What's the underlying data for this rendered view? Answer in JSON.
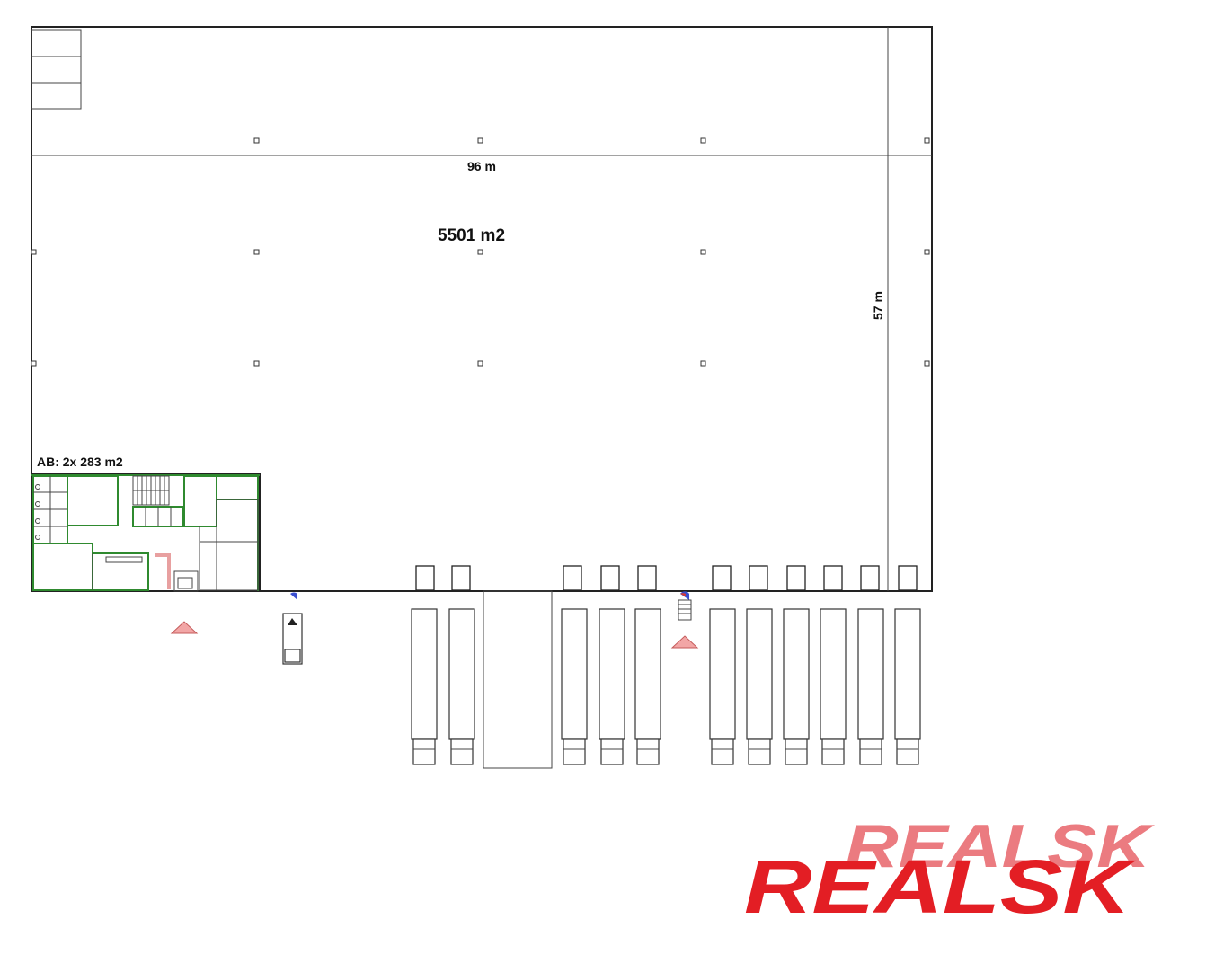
{
  "labels": {
    "width": "96 m",
    "area": "5501 m2",
    "depth": "57 m",
    "office": "AB: 2x 283 m2"
  },
  "logo": {
    "text_back": "REALSK",
    "text_front": "REALSK",
    "color_front": "#e31e24",
    "color_back": "#e8656a"
  },
  "colors": {
    "walls": "#222222",
    "office_walls": "#2f8a2f",
    "entrance_arrow": "#f2a6a6"
  }
}
